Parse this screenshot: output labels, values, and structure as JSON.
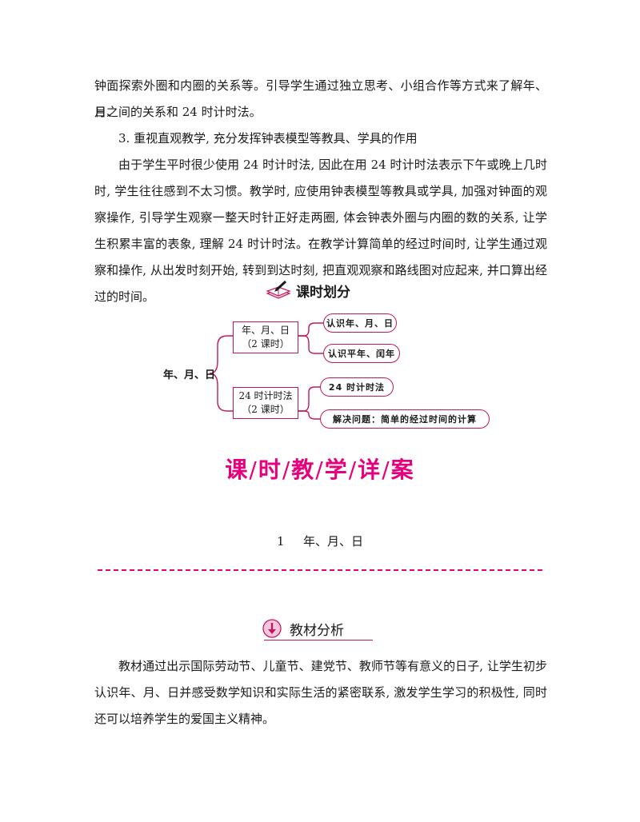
{
  "paragraphs": {
    "p1_line1": "钟面探索外圈和内圈的关系等。引导学生通过独立思考、小组合作等方式来了解年、月、",
    "p1_line2": "日之间的关系和 24 时计时法。",
    "p2_heading": "3. 重视直观教学, 充分发挥钟表模型等教具、学具的作用",
    "p3_text": "由于学生平时很少使用 24 时计时法, 因此在用 24 时计时法表示下午或晚上几时时, 学生往往感到不太习惯。教学时, 应使用钟表模型等教具或学具, 加强对钟面的观察操作, 引导学生观察一整天时针正好走两圈, 体会钟表外圈与内圈的数的关系, 让学生积累丰富的表象, 理解 24 时计时法。在教学计算简单的经过时间时, 让学生通过观察和操作, 从出发时刻开始, 转到到达时刻, 把直观观察和路线图对应起来, 并口算出经过的时间。"
  },
  "schedule": {
    "heading": "课时划分",
    "root": "年、月、日",
    "groups": [
      {
        "title": "年、月、日",
        "hours": "（2 课时）",
        "items": [
          "认识年、月、日",
          "认识平年、闰年"
        ]
      },
      {
        "title": "24 时计时法",
        "hours": "（2 课时）",
        "items": [
          "24 时计时法",
          "解决问题：简单的经过时间的计算"
        ]
      }
    ]
  },
  "banner": {
    "chars": [
      "课",
      "时",
      "教",
      "学",
      "详",
      "案"
    ],
    "separator": "/"
  },
  "lesson": {
    "number": "1",
    "title": "年、月、日"
  },
  "analysis": {
    "heading": "教材分析",
    "text": "教材通过出示国际劳动节、儿童节、建党节、教师节等有意义的日子, 让学生初步认识年、月、日并感受数学知识和实际生活的紧密联系, 激发学生学习的积极性, 同时还可以培养学生的爱国主义精神。"
  },
  "colors": {
    "accent": "#e6007e",
    "border": "#c2185b",
    "text": "#1a1a1a"
  },
  "icons": {
    "schedule_icon": "open-book-pencil-icon",
    "analysis_icon": "down-arrow-circle-icon"
  }
}
